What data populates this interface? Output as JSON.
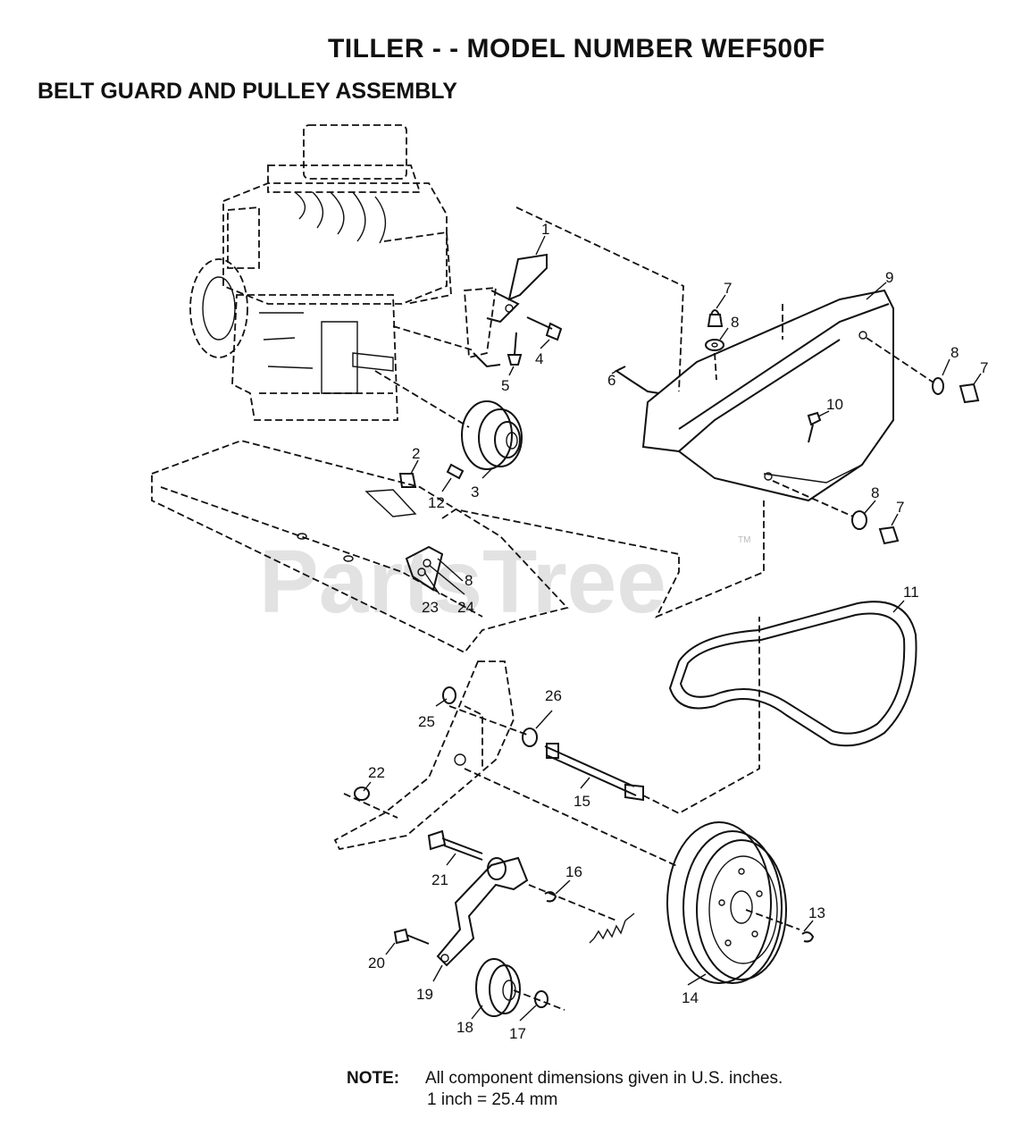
{
  "header": {
    "title": "TILLER - - MODEL NUMBER WEF500F",
    "subtitle": "BELT GUARD AND PULLEY ASSEMBLY"
  },
  "watermark": {
    "text": "PartsTree",
    "trademark": "TM"
  },
  "callouts": [
    "1",
    "2",
    "3",
    "4",
    "5",
    "6",
    "7",
    "8",
    "9",
    "10",
    "11",
    "12",
    "13",
    "14",
    "15",
    "16",
    "17",
    "18",
    "19",
    "20",
    "21",
    "22",
    "23",
    "24",
    "25",
    "26",
    "7",
    "8",
    "8",
    "7",
    "8"
  ],
  "note": {
    "label": "NOTE:",
    "line1": "All component dimensions given in U.S. inches.",
    "line2": "1 inch = 25.4 mm"
  }
}
